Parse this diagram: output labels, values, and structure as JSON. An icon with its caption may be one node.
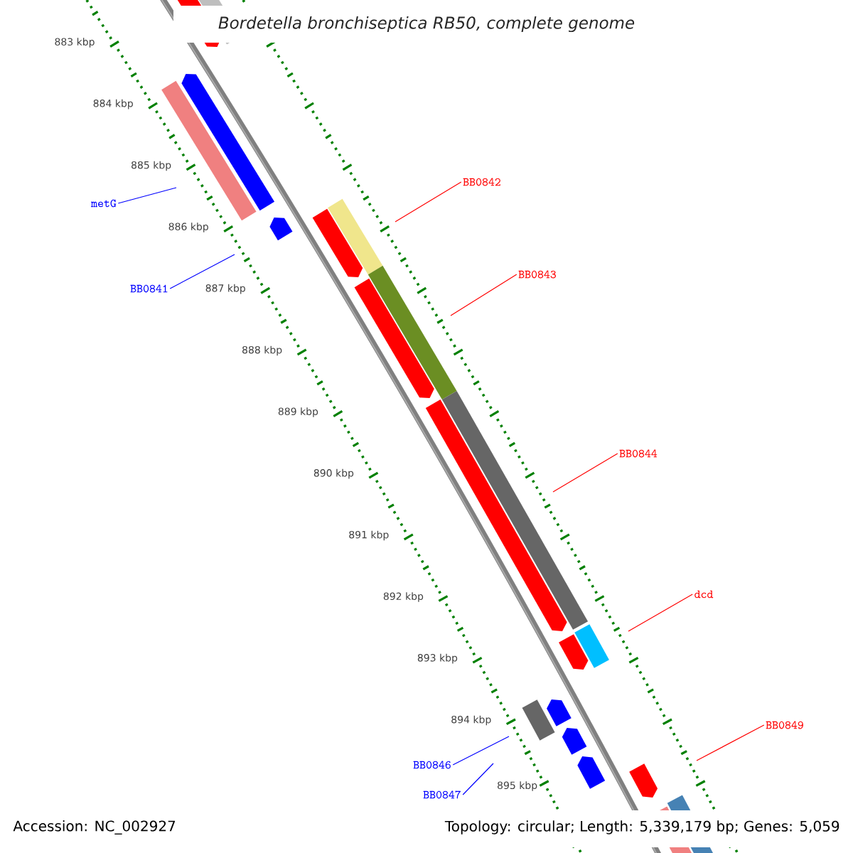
{
  "diagram": {
    "title": "Bordetella bronchiseptica RB50, complete genome",
    "nodes": [
      {
        "text": [
          "metG"
        ]
      },
      {
        "text": [
          "BB0841"
        ]
      },
      {
        "text": [
          "BB0842"
        ]
      },
      {
        "text": [
          "BB0843"
        ]
      },
      {
        "text": [
          "BB0844"
        ]
      },
      {
        "text": [
          "dcd"
        ]
      },
      {
        "text": [
          "BB0846"
        ]
      },
      {
        "text": [
          "BB0847"
        ]
      },
      {
        "text": [
          "BB0849"
        ]
      }
    ],
    "edges": [
      {
        "from": 0,
        "to": null,
        "arrow": "none",
        "color": "#0000ff"
      },
      {
        "from": 1,
        "to": null,
        "arrow": "none",
        "color": "#0000ff"
      },
      {
        "from": 2,
        "to": null,
        "arrow": "none"
      },
      {
        "from": 3,
        "to": null,
        "arrow": "none"
      },
      {
        "from": 4,
        "to": null,
        "arrow": "none"
      },
      {
        "from": 5,
        "to": null,
        "arrow": "none"
      },
      {
        "from": 6,
        "to": null,
        "arrow": "none",
        "color": "#0000ff"
      },
      {
        "from": 7,
        "to": null,
        "arrow": "none",
        "color": "#0000ff"
      },
      {
        "from": 8,
        "to": null,
        "arrow": "none"
      }
    ],
    "labels": [
      "883 kbp",
      "884 kbp",
      "885 kbp",
      "886 kbp",
      "887 kbp",
      "888 kbp",
      "889 kbp",
      "890 kbp",
      "891 kbp",
      "892 kbp",
      "893 kbp",
      "894 kbp",
      "895 kbp",
      "Accession: NC_002927",
      "Topology: circular; Length: 5,339,179 bp; Genes: 5,059"
    ]
  }
}
